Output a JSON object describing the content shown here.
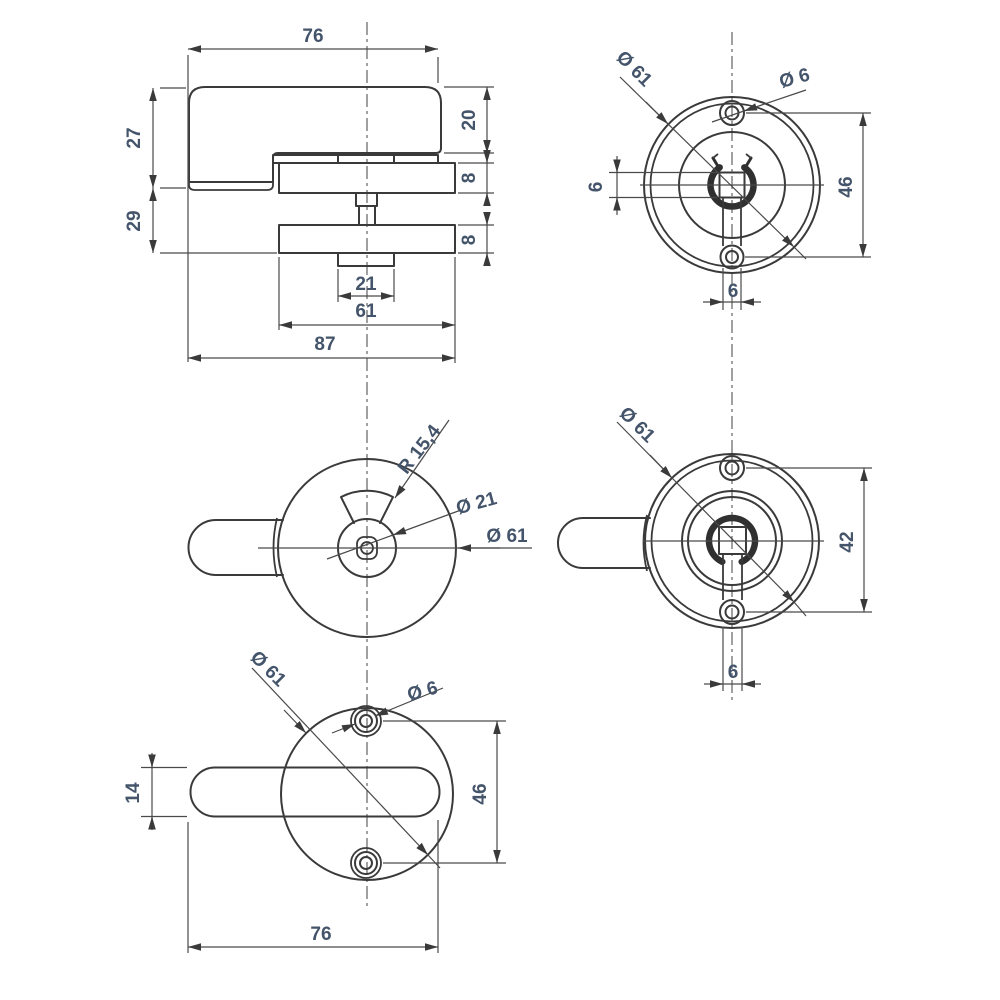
{
  "drawing": {
    "type": "technical-drawing",
    "background": "#ffffff",
    "line_color": "#3a3a3a",
    "dim_text_color": "#44546a",
    "views": {
      "side": {
        "width_top": "76",
        "height_upper": "27",
        "height_lower": "29",
        "knob_depth": "20",
        "rose_front_thickness": "8",
        "rose_back_thickness": "8",
        "boss_width": "21",
        "rose_diameter": "61",
        "overall_depth": "87"
      },
      "front_rose": {
        "outer_diameter": "Ø 61",
        "screw_diameter": "Ø 6",
        "screw_spacing": "46",
        "square_height": "6",
        "square_width": "6"
      },
      "turn_front": {
        "turn_radius": "R 15,4",
        "hub_diameter": "Ø 21",
        "outer_diameter": "Ø 61"
      },
      "turn_back": {
        "outer_diameter": "Ø 61",
        "screw_spacing": "42",
        "square_width": "6"
      },
      "lever_back": {
        "outer_diameter": "Ø 61",
        "screw_diameter": "Ø 6",
        "lever_width": "14",
        "screw_spacing": "46",
        "lever_length": "76"
      }
    }
  }
}
